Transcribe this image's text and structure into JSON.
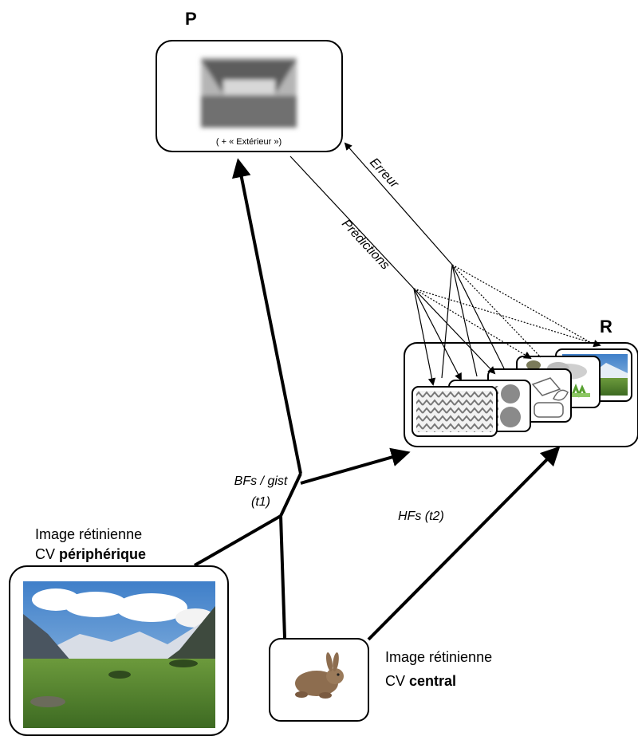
{
  "nodes": {
    "p": {
      "label": "P",
      "subcaption": "( + « Extérieur »)"
    },
    "r": {
      "label": "R"
    }
  },
  "peripheral": {
    "line1": "Image rétinienne",
    "line2_prefix": "CV ",
    "line2_bold": "périphérique"
  },
  "central": {
    "line1": "Image rétinienne",
    "line2_prefix": "CV ",
    "line2_bold": "central"
  },
  "edges": {
    "low_freq": "BFs / gist",
    "low_freq_time": "(t1)",
    "high_freq": "HFs (t2)",
    "error": "Erreur",
    "predictions": "Prédictions"
  }
}
